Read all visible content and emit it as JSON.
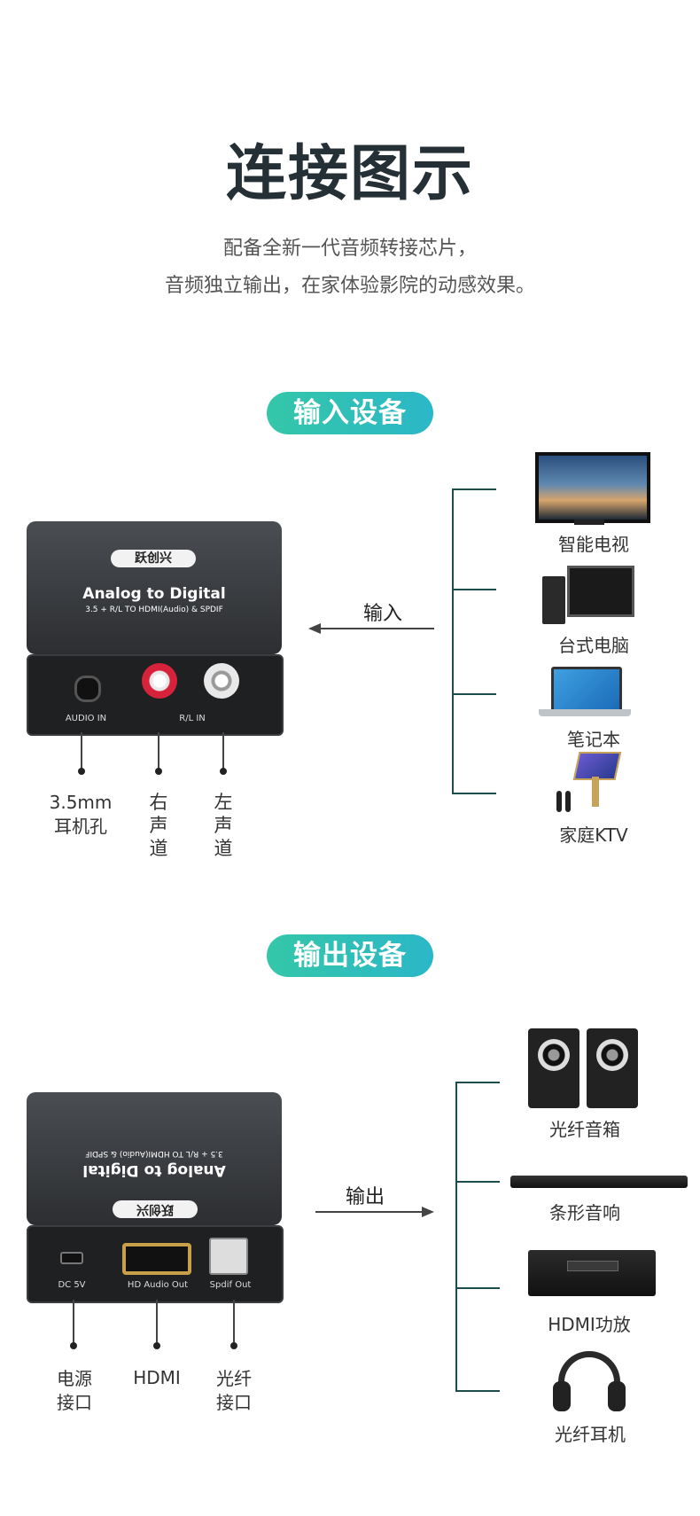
{
  "header": {
    "title": "连接图示",
    "subtitle_line1": "配备全新一代音频转接芯片，",
    "subtitle_line2": "音频独立输出，在家体验影院的动感效果。"
  },
  "input_section": {
    "pill": "输入设备",
    "arrow_label": "输入",
    "device": {
      "brand": "跃创兴",
      "model": "Analog to Digital",
      "spec": "3.5 + R/L TO HDMI(Audio) & SPDIF",
      "port_audio_in": "AUDIO IN",
      "port_rl_in": "R/L IN"
    },
    "ports": [
      {
        "label": "3.5mm\n耳机孔"
      },
      {
        "label": "右声道"
      },
      {
        "label": "左声道"
      }
    ],
    "devices": [
      "智能电视",
      "台式电脑",
      "笔记本",
      "家庭KTV"
    ]
  },
  "output_section": {
    "pill": "输出设备",
    "arrow_label": "输出",
    "device": {
      "brand": "跃创兴",
      "model": "Analog to Digital",
      "spec": "3.5 + R/L TO HDMI(Audio) & SPDIF",
      "port_dc": "DC 5V",
      "port_hdmi": "HD Audio Out",
      "port_spdif": "Spdif Out"
    },
    "ports": [
      {
        "label": "电源接口"
      },
      {
        "label": "HDMI"
      },
      {
        "label": "光纤接口"
      }
    ],
    "devices": [
      "光纤音箱",
      "条形音响",
      "HDMI功放",
      "光纤耳机"
    ]
  },
  "colors": {
    "accent_start": "#34c7a8",
    "accent_end": "#2bb7c8",
    "title": "#243036"
  }
}
